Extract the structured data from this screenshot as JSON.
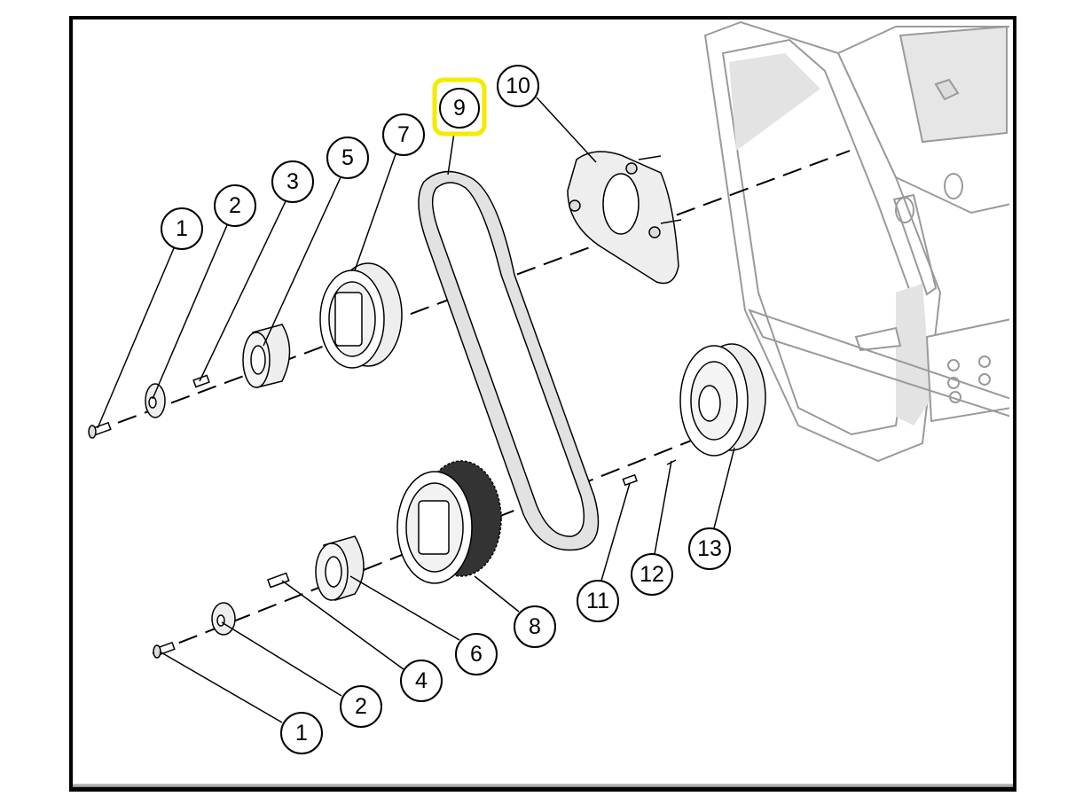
{
  "diagram": {
    "highlight_color": "#f5ea00",
    "highlighted_callout": "9",
    "callouts": [
      {
        "id": "1a",
        "label": "1"
      },
      {
        "id": "2a",
        "label": "2"
      },
      {
        "id": "3",
        "label": "3"
      },
      {
        "id": "5",
        "label": "5"
      },
      {
        "id": "7",
        "label": "7"
      },
      {
        "id": "9",
        "label": "9"
      },
      {
        "id": "10",
        "label": "10"
      },
      {
        "id": "13",
        "label": "13"
      },
      {
        "id": "12",
        "label": "12"
      },
      {
        "id": "11",
        "label": "11"
      },
      {
        "id": "8",
        "label": "8"
      },
      {
        "id": "6",
        "label": "6"
      },
      {
        "id": "4",
        "label": "4"
      },
      {
        "id": "2b",
        "label": "2"
      },
      {
        "id": "1b",
        "label": "1"
      }
    ]
  }
}
